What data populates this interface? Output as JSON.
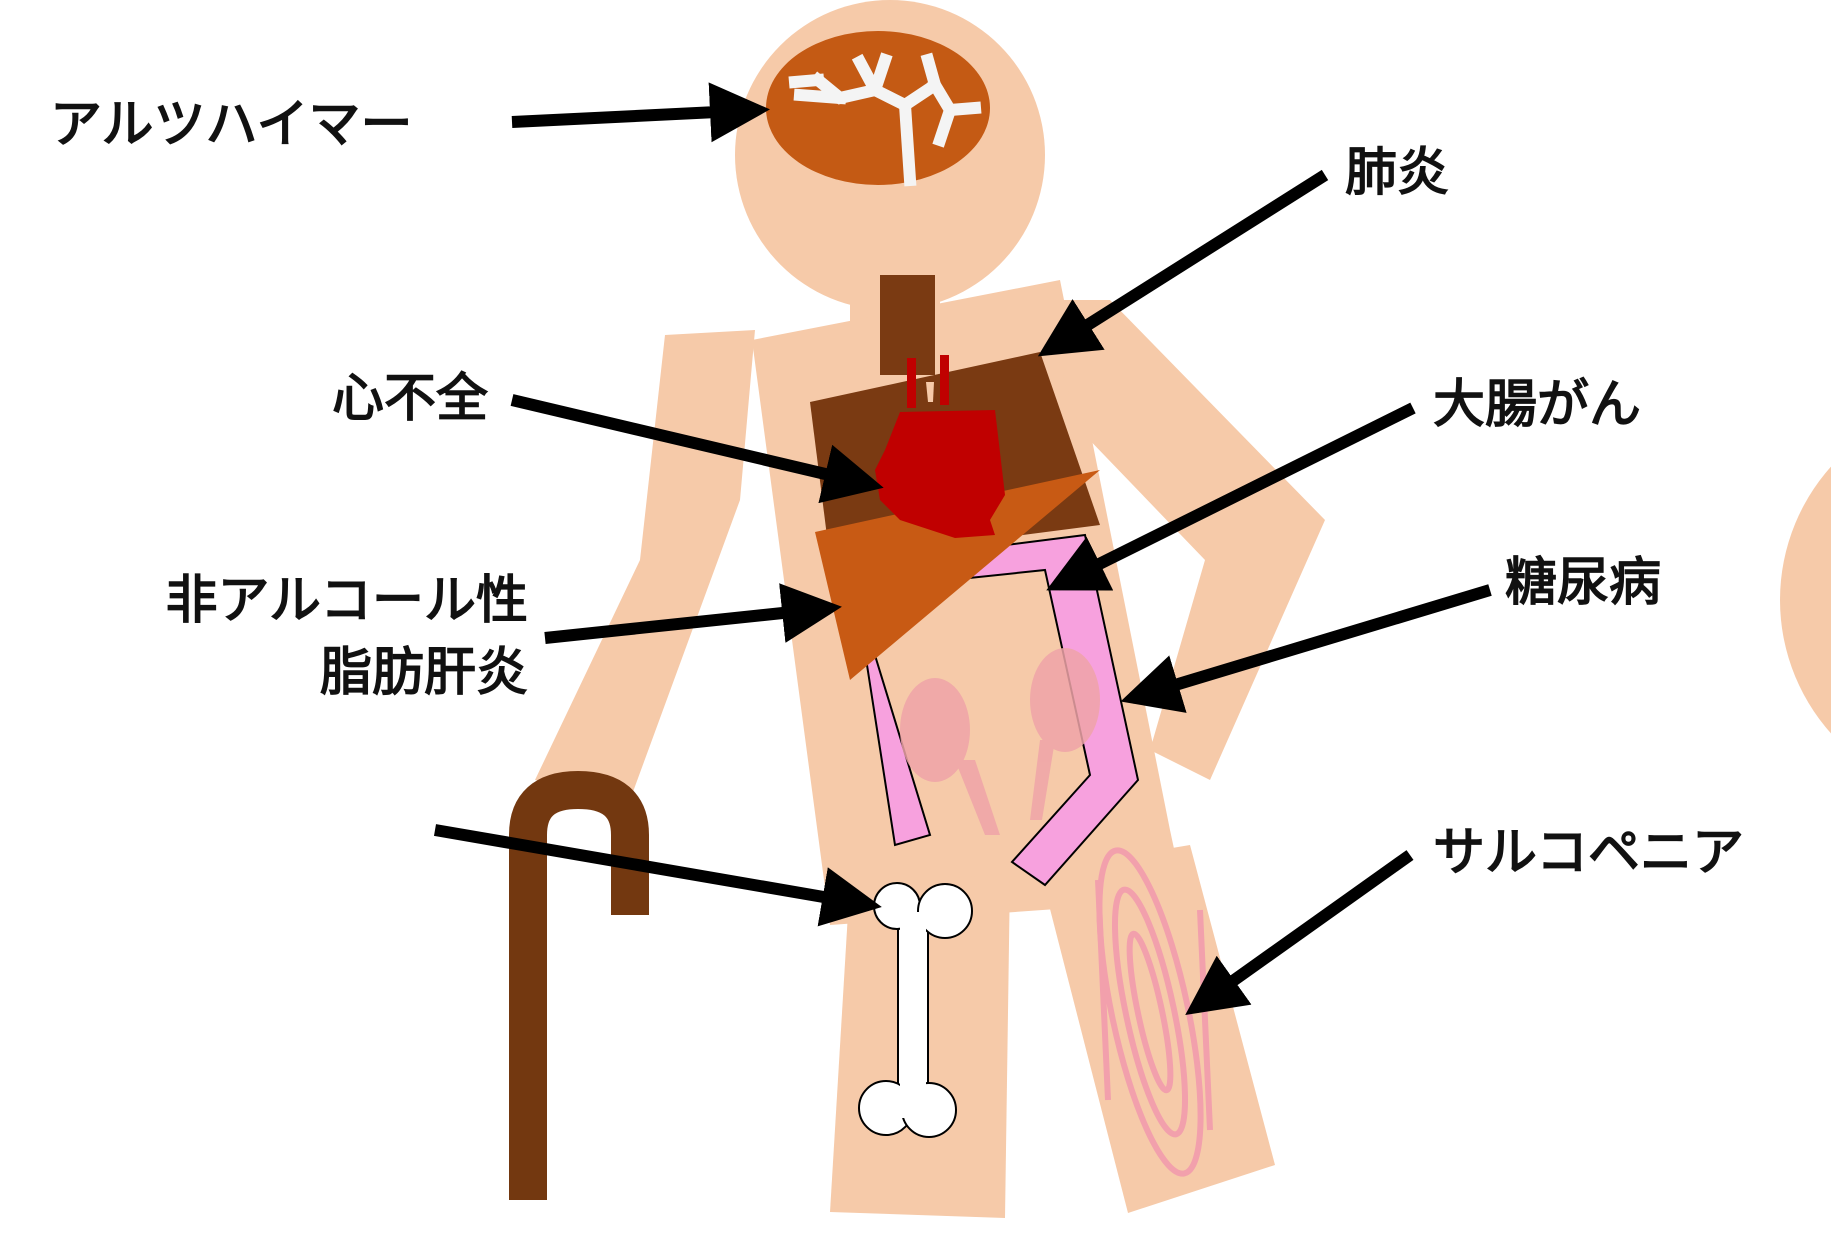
{
  "labels": {
    "alzheimer": "アルツハイマー",
    "pneumonia": "肺炎",
    "heart_failure": "心不全",
    "colon_cancer": "大腸がん",
    "nafld_line1": "非アルコール性",
    "nafld_line2": "脂肪肝炎",
    "diabetes": "糖尿病",
    "sarcopenia": "サルコペニア"
  },
  "colors": {
    "skin": "#f6caa9",
    "brain": "#c45a14",
    "vessel": "#f4f4f4",
    "trachea_chest": "#7a3a12",
    "heart": "#c00000",
    "liver": "#c85a14",
    "intestine": "#f7a1de",
    "kidney": "#efa4a8",
    "muscle": "#f2a0ac",
    "bone": "#ffffff",
    "cane": "#733810",
    "arrow": "#000000"
  }
}
